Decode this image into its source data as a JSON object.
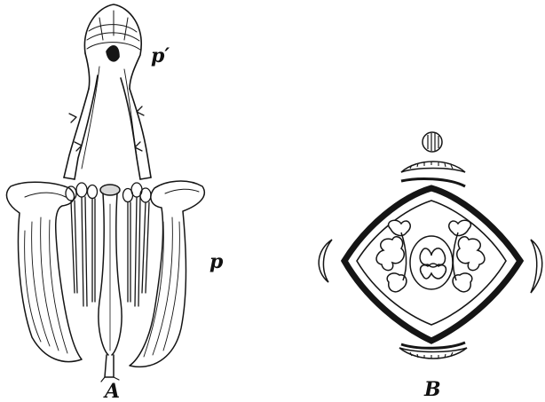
{
  "figure": {
    "labels": {
      "p_prime": "p′",
      "p": "p",
      "panel_a": "A",
      "panel_b": "B"
    }
  },
  "colors": {
    "ink": "#151515",
    "paper": "#ffffff"
  }
}
